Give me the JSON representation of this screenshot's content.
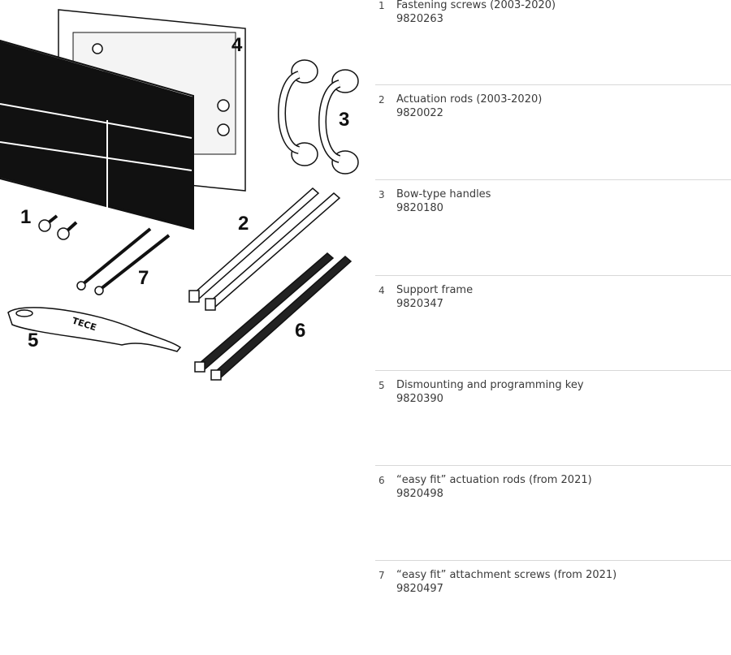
{
  "callouts": [
    "1",
    "2",
    "3",
    "4",
    "5",
    "6",
    "7"
  ],
  "key_logo": "TECE",
  "parts": [
    {
      "number": "1",
      "title": "Fastening screws (2003-2020)",
      "code": "9820263"
    },
    {
      "number": "2",
      "title": "Actuation rods (2003-2020)",
      "code": "9820022"
    },
    {
      "number": "3",
      "title": "Bow-type handles",
      "code": "9820180"
    },
    {
      "number": "4",
      "title": "Support frame",
      "code": "9820347"
    },
    {
      "number": "5",
      "title": "Dismounting and programming key",
      "code": "9820390"
    },
    {
      "number": "6",
      "title": "“easy fit” actuation rods (from 2021)",
      "code": "9820498"
    },
    {
      "number": "7",
      "title": "“easy fit” attachment screws  (from 2021)",
      "code": "9820497"
    }
  ]
}
